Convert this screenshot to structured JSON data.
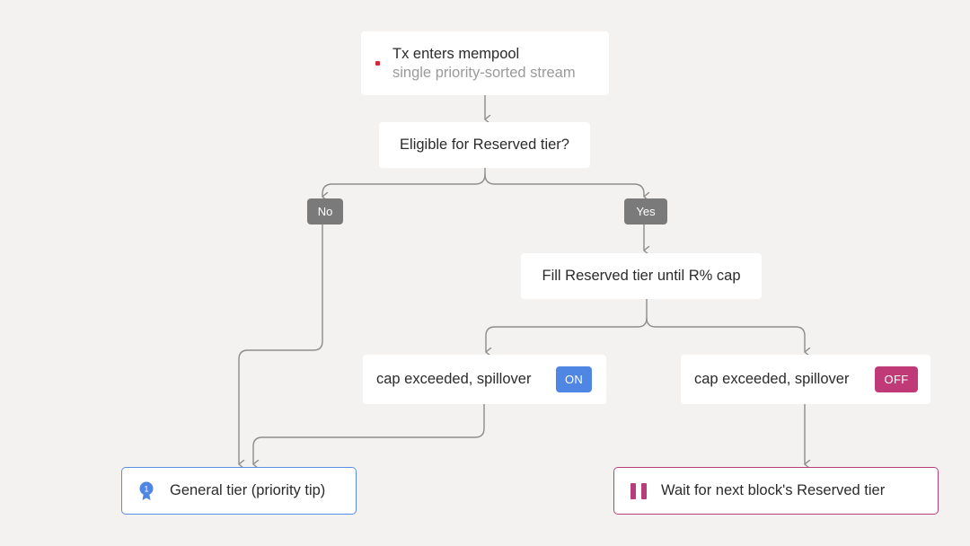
{
  "nodes": {
    "start": {
      "title": "Tx enters mempool",
      "subtitle": "single priority-sorted stream"
    },
    "eligible": {
      "label": "Eligible for Reserved tier?"
    },
    "fill": {
      "label": "Fill Reserved tier until R% cap"
    },
    "spill_on": {
      "label": "cap exceeded, spillover",
      "toggle": "ON"
    },
    "spill_off": {
      "label": "cap exceeded, spillover",
      "toggle": "OFF"
    },
    "general": {
      "label": "General tier (priority tip)",
      "icon": "medal-icon",
      "icon_text": "1"
    },
    "wait": {
      "label": "Wait for next block's Reserved tier",
      "icon": "pause-icon"
    }
  },
  "branches": {
    "no": "No",
    "yes": "Yes"
  },
  "colors": {
    "background": "#f3f2f0",
    "edge": "#8c8c8c",
    "start_dot": "#d8283a",
    "on": "#4f86e4",
    "off": "#c03a77",
    "general_border": "#5a8ee6",
    "wait_border": "#b63f7b",
    "pill": "#7a7a7a"
  }
}
